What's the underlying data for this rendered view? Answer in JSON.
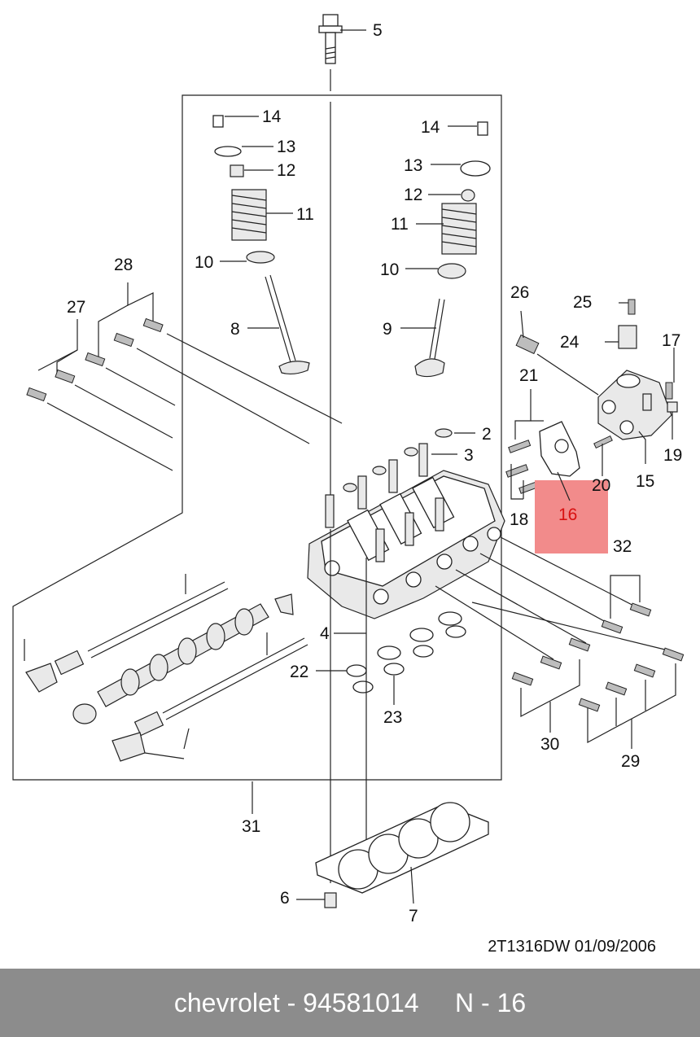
{
  "diagram": {
    "callouts": {
      "c1": "5",
      "c2": "14",
      "c3": "13",
      "c4": "12",
      "c5": "11",
      "c6": "10",
      "c7": "8",
      "c8": "14",
      "c9": "13",
      "c10": "12",
      "c11": "11",
      "c12": "10",
      "c13": "9",
      "c14": "28",
      "c15": "27",
      "c16": "2",
      "c17": "3",
      "c18": "26",
      "c19": "25",
      "c20": "24",
      "c21": "17",
      "c22": "21",
      "c23": "19",
      "c24": "20",
      "c25": "15",
      "c26": "18",
      "c27": "16",
      "c28": "32",
      "c29": "4",
      "c30": "22",
      "c31": "23",
      "c32": "30",
      "c33": "29",
      "c34": "31",
      "c35": "6",
      "c36": "7"
    },
    "highlight_color": "#f28b8b",
    "highlight_text_color": "#d81010",
    "code": "2T1316DW  01/09/2006"
  },
  "footer": {
    "brand": "chevrolet",
    "separator": " - ",
    "part_number": "94581014",
    "page_ref": "N - 16",
    "background": "#8c8c8c"
  }
}
